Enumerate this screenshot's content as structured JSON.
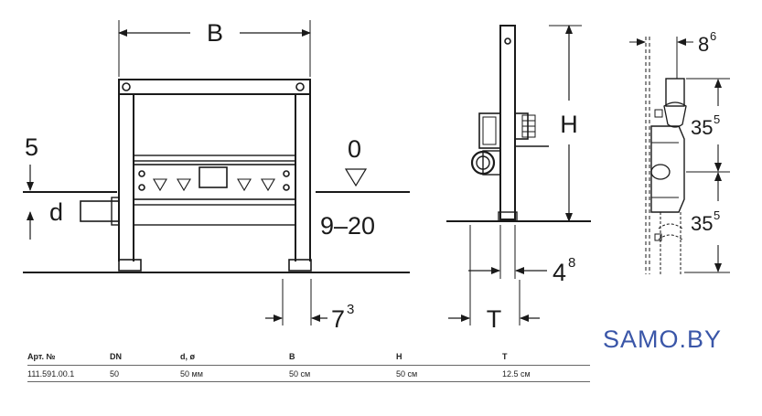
{
  "labels": {
    "B": "B",
    "H": "H",
    "T": "T",
    "d": "d",
    "five": "5",
    "zero": "0",
    "range": "9–20",
    "seven_main": "7",
    "seven_sup": "3",
    "four_main": "4",
    "four_sup": "8",
    "eight_main": "8",
    "eight_sup": "6",
    "thirtyfive_a_main": "35",
    "thirtyfive_a_sup": "5",
    "thirtyfive_b_main": "35",
    "thirtyfive_b_sup": "5"
  },
  "brand": "SAMO.BY",
  "table": {
    "headers": [
      "Арт. №",
      "DN",
      "d, ø",
      "B",
      "H",
      "T"
    ],
    "rows": [
      [
        "111.591.00.1",
        "50",
        "50 мм",
        "50 см",
        "50 см",
        "12.5 см"
      ]
    ]
  },
  "colors": {
    "line": "#1a1a1a",
    "brand": "#3a56a8",
    "table_rule": "#666666"
  }
}
